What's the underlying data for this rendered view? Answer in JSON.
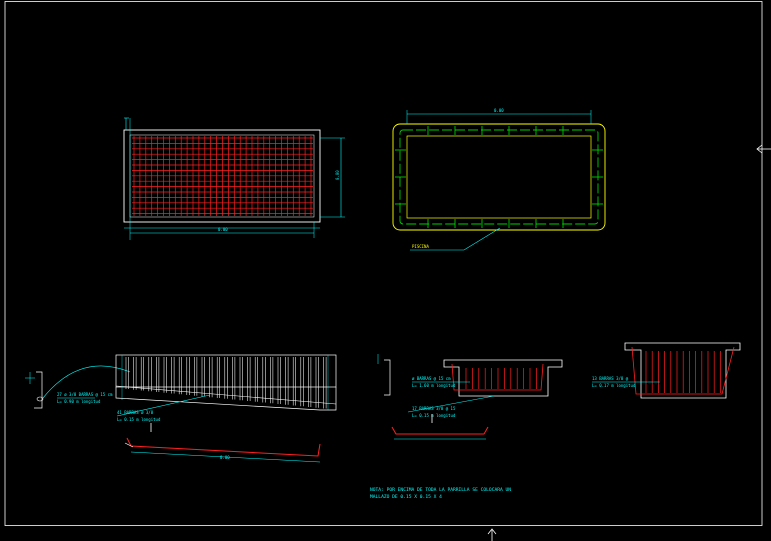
{
  "colors": {
    "background": "#000000",
    "frame": "#ffffff",
    "rebar": "#ff2020",
    "dimension": "#00ffff",
    "pool_outline": "#ffff00",
    "pool_inner": "#00cc00",
    "section_fill": "#ff4444"
  },
  "icons": {
    "crosshair_right": "arrow-left-crosshair-icon",
    "crosshair_bottom": "arrow-up-crosshair-icon"
  },
  "plan_rebar": {
    "width_dim": "0.00",
    "height_dim": "0.00"
  },
  "plan_pool": {
    "top_dim": "0.00",
    "label": "PISCINA"
  },
  "section_long": {
    "bar_callout_1_line1": "27 ø 3/8 BARRAS @ 15 cm",
    "bar_callout_1_line2": "L= 0.90 m longitud",
    "bar_callout_2_line1": "41 BARRAS ø 3/8",
    "bar_callout_2_line2": "L= 0.15 m longitud",
    "bottom_dim": "0.00"
  },
  "section_short": {
    "callout_1_line1": "ø BARRAS @ 15 cm",
    "callout_1_line2": "L= 1.60 m longitud",
    "callout_2_line1": "17 BARRAS 3/8 @ 15",
    "callout_2_line2": "L= 0.15 m longitud"
  },
  "section_right": {
    "callout_line1": "13 BARRAS 3/8 @",
    "callout_line2": "L= 0.17 m longitud"
  },
  "note": {
    "line1": "NOTA: POR ENCIMA DE TODA LA PARRILLA SE COLOCARA UN",
    "line2": "MALLAZO DE 0.15 X 0.15 X 4"
  }
}
